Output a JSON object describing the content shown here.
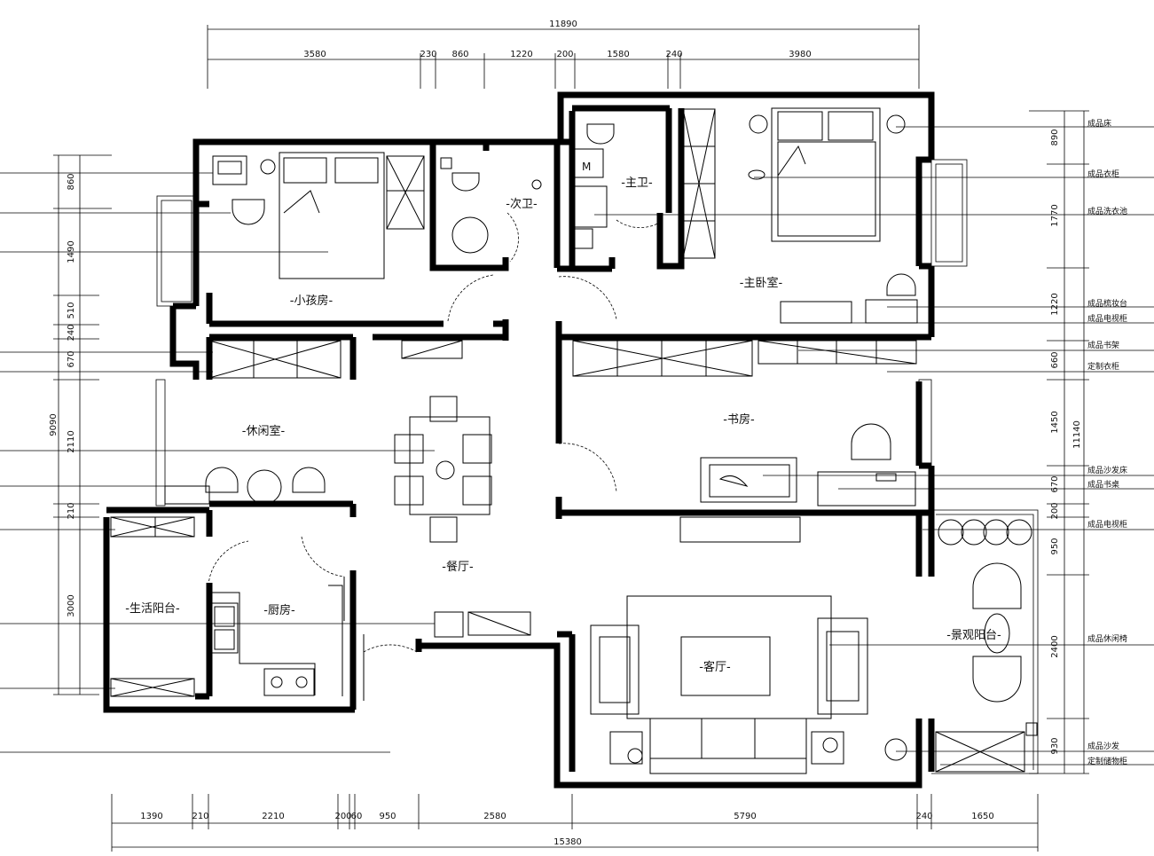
{
  "dims": {
    "top_total": "11890",
    "top": [
      "3580",
      "230",
      "860",
      "1220",
      "200",
      "1580",
      "240",
      "3980"
    ],
    "bottom_total": "15380",
    "bottom": [
      "1390",
      "210",
      "2210",
      "200",
      "60",
      "950",
      "2580",
      "5790",
      "240",
      "1650"
    ],
    "left_total": "9090",
    "left": [
      "860",
      "1490",
      "510",
      "240",
      "670",
      "2110",
      "210",
      "3000"
    ],
    "right_total": "11140",
    "right": [
      "890",
      "1770",
      "1220",
      "660",
      "1450",
      "670",
      "200",
      "950",
      "2400",
      "930"
    ]
  },
  "rooms": {
    "child": "-小孩房-",
    "second_bath": "-次卫-",
    "master_bath": "-主卫-",
    "master_bed": "-主卧室-",
    "leisure": "-休闲室-",
    "study": "-书房-",
    "dining": "-餐厅-",
    "utility_balcony": "-生活阳台-",
    "kitchen": "-厨房-",
    "living": "-客厅-",
    "view_balcony": "-景观阳台-"
  },
  "legend": [
    "成品床",
    "成品衣柜",
    "成品洗衣池",
    "成品梳妆台",
    "成品电视柜",
    "成品书架",
    "定制衣柜",
    "成品沙发床",
    "成品书桌",
    "成品电视柜",
    "成品休闲椅",
    "成品沙发",
    "定制储物柜"
  ]
}
